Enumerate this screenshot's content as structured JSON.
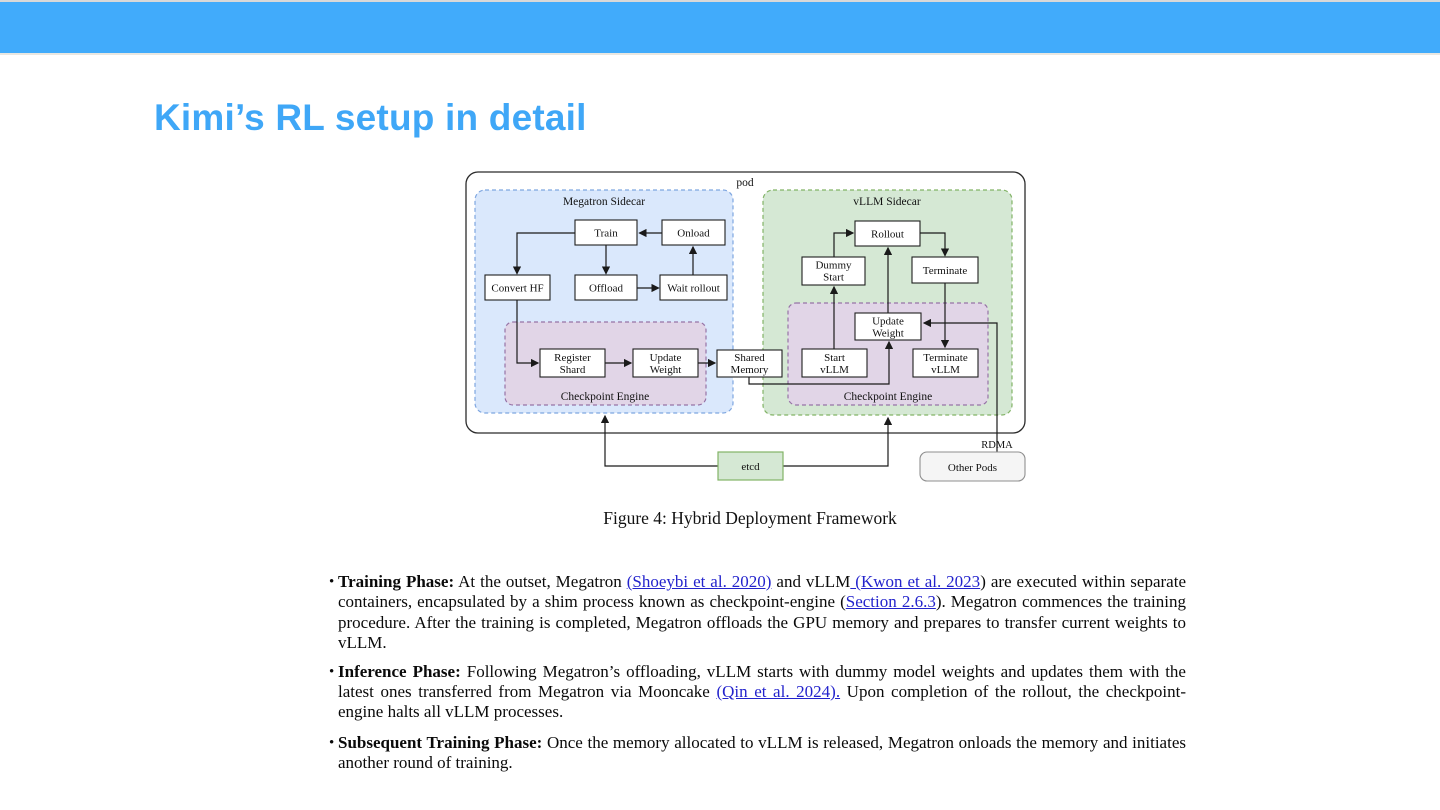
{
  "slide": {
    "title": "Kimi’s RL setup in detail",
    "bullet_char": "•"
  },
  "colors": {
    "top_bar": "#41abfb",
    "title": "#3fa7f7",
    "link": "#2323cc",
    "blue_fill": "#dae8fc",
    "blue_stroke": "#7ea6e0",
    "green_fill": "#d5e8d4",
    "green_stroke": "#82b366",
    "purple_fill": "#e1d5e7",
    "purple_stroke": "#9673a6",
    "gray_fill": "#f5f5f5",
    "gray_stroke": "#8f8f8f",
    "edge": "#1a1a1a"
  },
  "figure": {
    "caption": "Figure 4: Hybrid Deployment Framework",
    "regions": {
      "pod": "pod",
      "megatron_sidecar": "Megatron Sidecar",
      "vllm_sidecar": "vLLM Sidecar",
      "checkpoint_engine_left": "Checkpoint Engine",
      "checkpoint_engine_right": "Checkpoint Engine",
      "rdma": "RDMA"
    },
    "nodes": {
      "train": {
        "label": "Train"
      },
      "onload": {
        "label": "Onload"
      },
      "convert_hf": {
        "label": "Convert HF"
      },
      "offload": {
        "label": "Offload"
      },
      "wait_rollout": {
        "label": "Wait rollout"
      },
      "register_shard": {
        "lines": [
          "Register",
          "Shard"
        ]
      },
      "update_weight_left": {
        "lines": [
          "Update",
          "Weight"
        ]
      },
      "shared_memory": {
        "lines": [
          "Shared",
          "Memory"
        ]
      },
      "rollout": {
        "label": "Rollout"
      },
      "dummy_start": {
        "lines": [
          "Dummy",
          "Start"
        ]
      },
      "terminate": {
        "label": "Terminate"
      },
      "update_weight_right": {
        "lines": [
          "Update",
          "Weight"
        ]
      },
      "start_vllm": {
        "lines": [
          "Start",
          "vLLM"
        ]
      },
      "terminate_vllm": {
        "lines": [
          "Terminate",
          "vLLM"
        ]
      },
      "etcd": {
        "label": "etcd"
      },
      "other_pods": {
        "label": "Other Pods"
      }
    }
  },
  "bullets": [
    {
      "segments": [
        {
          "t": "Training Phase:",
          "s": "bold",
          "name": "training-phase-label"
        },
        {
          "t": " At the outset, Megatron ",
          "s": "text"
        },
        {
          "t": "(Shoeybi et al. 2020)",
          "s": "link",
          "name": "shoeybi-citation-link"
        },
        {
          "t": " and vLLM",
          "s": "text"
        },
        {
          "t": " (Kwon et al. 2023",
          "s": "link",
          "name": "kwon-citation-link"
        },
        {
          "t": ") are executed within separate containers, encapsulated by a shim process known as checkpoint-engine (",
          "s": "text"
        },
        {
          "t": "Section 2.6.3",
          "s": "link",
          "name": "section-263-link"
        },
        {
          "t": "). Megatron commences the training procedure. After the training is completed, Megatron offloads the GPU memory and prepares to transfer current weights to vLLM.",
          "s": "text"
        }
      ]
    },
    {
      "segments": [
        {
          "t": "Inference Phase:",
          "s": "bold",
          "name": "inference-phase-label"
        },
        {
          "t": " Following Megatron’s offloading, vLLM starts with dummy model weights and updates them with the latest ones transferred from Megatron via Mooncake ",
          "s": "text"
        },
        {
          "t": "(Qin et al. 2024).",
          "s": "link",
          "name": "qin-citation-link"
        },
        {
          "t": " Upon completion of the rollout, the checkpoint-engine halts all vLLM processes.",
          "s": "text"
        }
      ]
    },
    {
      "segments": [
        {
          "t": "Subsequent Training Phase:",
          "s": "bold",
          "name": "subsequent-training-phase-label"
        },
        {
          "t": " Once the memory allocated to vLLM is released, Megatron onloads the memory and initiates another round of training.",
          "s": "text"
        }
      ]
    }
  ]
}
